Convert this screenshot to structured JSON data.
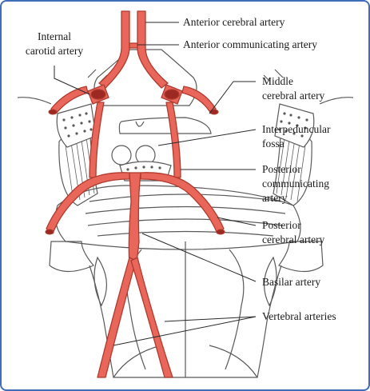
{
  "labels": {
    "anterior_cerebral": "Anterior cerebral artery",
    "anterior_communicating": "Anterior communicating artery",
    "internal_carotid_1": "Internal",
    "internal_carotid_2": "carotid artery",
    "middle_cerebral_1": "Middle",
    "middle_cerebral_2": "cerebral artery",
    "interpeduncular_1": "Interpeduncular",
    "interpeduncular_2": "fossa",
    "posterior_communicating_1": "Posterior",
    "posterior_communicating_2": "communicating",
    "posterior_communicating_3": "artery",
    "posterior_cerebral_1": "Posterior",
    "posterior_cerebral_2": "cerebral artery",
    "basilar": "Basilar artery",
    "vertebral": "Vertebral arteries"
  },
  "colors": {
    "frame": "#3f6db8",
    "artery_fill": "#e8665a",
    "artery_stroke": "#b03a2e",
    "outline": "#5a5a5a"
  }
}
